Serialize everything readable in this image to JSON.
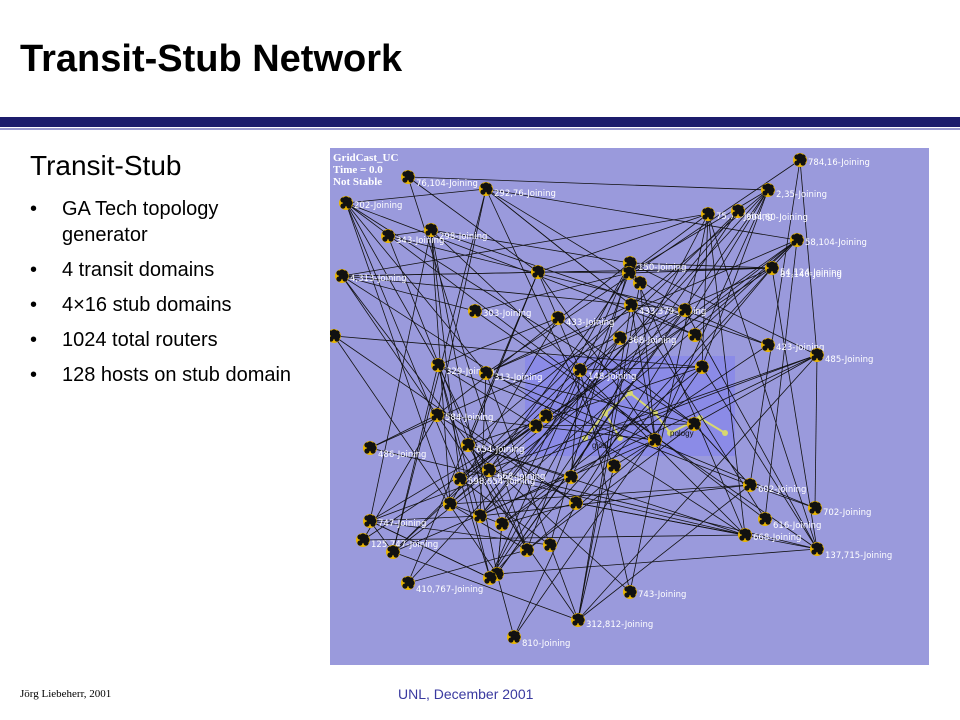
{
  "slide": {
    "title": "Transit-Stub Network",
    "section_heading": "Transit-Stub",
    "bullets": [
      "GA Tech topology generator",
      "4 transit domains",
      "4×16 stub domains",
      "1024 total routers",
      "128 hosts on stub domain"
    ],
    "bullet_glyph": "•",
    "footer_left": "Jörg Liebeherr, 2001",
    "footer_center": "UNL, December 2001"
  },
  "figure": {
    "info_lines": [
      "GridCast_UC",
      "Time = 0.0",
      "Not Stable"
    ],
    "background_color": "#9a9adc",
    "overlay_color": "#8080f0",
    "overlay_texts": [
      "gical",
      "pology"
    ],
    "node_color": "#111111",
    "node_ring_color": "#e8b400",
    "link_color": "#111111",
    "label_color": "#ffffff",
    "node_labels": [
      "784,16-Joining",
      "2,35-Joining",
      "304,60-Joining",
      "75,77-Joining",
      "292,76-Joining",
      "76,104-Joining",
      "58,104-Joining",
      "54,124-Joining",
      "81,140-Joining",
      "202-Joining",
      "343-Joining",
      "298-Joining",
      "303-Joining",
      "313-Joining",
      "329-Joining",
      "368-Joining",
      "150-Joining",
      "433,379-Joining",
      "423-Joining",
      "485-Joining",
      "486-Joining",
      "584-Joining",
      "654-Joining",
      "668-Joining",
      "598,654-Joining",
      "602-Joining",
      "616-Joining",
      "668-Joining",
      "702-Joining",
      "137,715-Joining",
      "747-Joining",
      "125,747-Joining",
      "410,767-Joining",
      "743-Joining",
      "312,812-Joining",
      "810-Joining",
      "4,313-Joining",
      "433-Joining",
      "148-Joining"
    ]
  }
}
